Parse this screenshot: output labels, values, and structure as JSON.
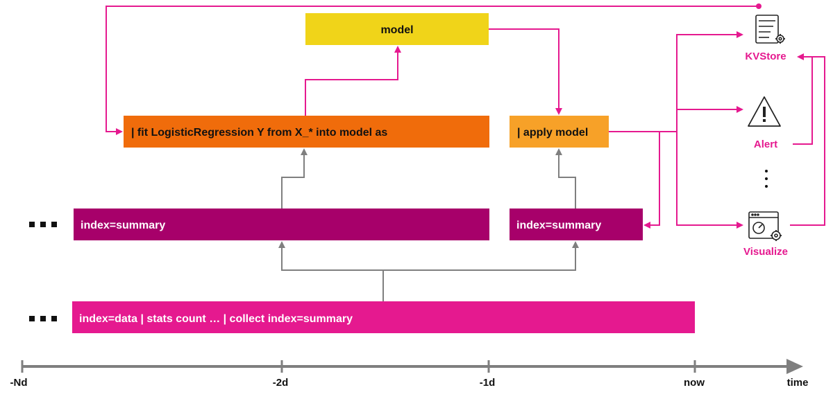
{
  "boxes": {
    "model": {
      "label": "model",
      "color": "#f0d419",
      "text_color": "#111111"
    },
    "fit": {
      "label": "| fit LogisticRegression Y from X_* into model as",
      "color": "#f06c0b",
      "text_color": "#111111"
    },
    "apply": {
      "label": "| apply model",
      "color": "#f7a128",
      "text_color": "#111111"
    },
    "summary_left": {
      "label": "index=summary",
      "color": "#a7006a",
      "text_color": "#ffffff"
    },
    "summary_right": {
      "label": "index=summary",
      "color": "#a7006a",
      "text_color": "#ffffff"
    },
    "data": {
      "label": "index=data | stats count … | collect index=summary",
      "color": "#e5198f",
      "text_color": "#ffffff"
    }
  },
  "ellipsis": {
    "summary_row": "▪▪▪",
    "data_row": "▪▪▪",
    "outputs": "⋮"
  },
  "outputs": [
    {
      "label": "KVStore",
      "icon": "kvstore-icon"
    },
    {
      "label": "Alert",
      "icon": "alert-icon"
    },
    {
      "label": "Visualize",
      "icon": "visualize-icon"
    }
  ],
  "timeline": {
    "ticks": [
      "-Nd",
      "-2d",
      "-1d",
      "now"
    ],
    "axis_label": "time"
  },
  "colors": {
    "magenta_arrow": "#e5198f",
    "gray_arrow": "#7f7f7f",
    "output_label": "#e5198f"
  }
}
